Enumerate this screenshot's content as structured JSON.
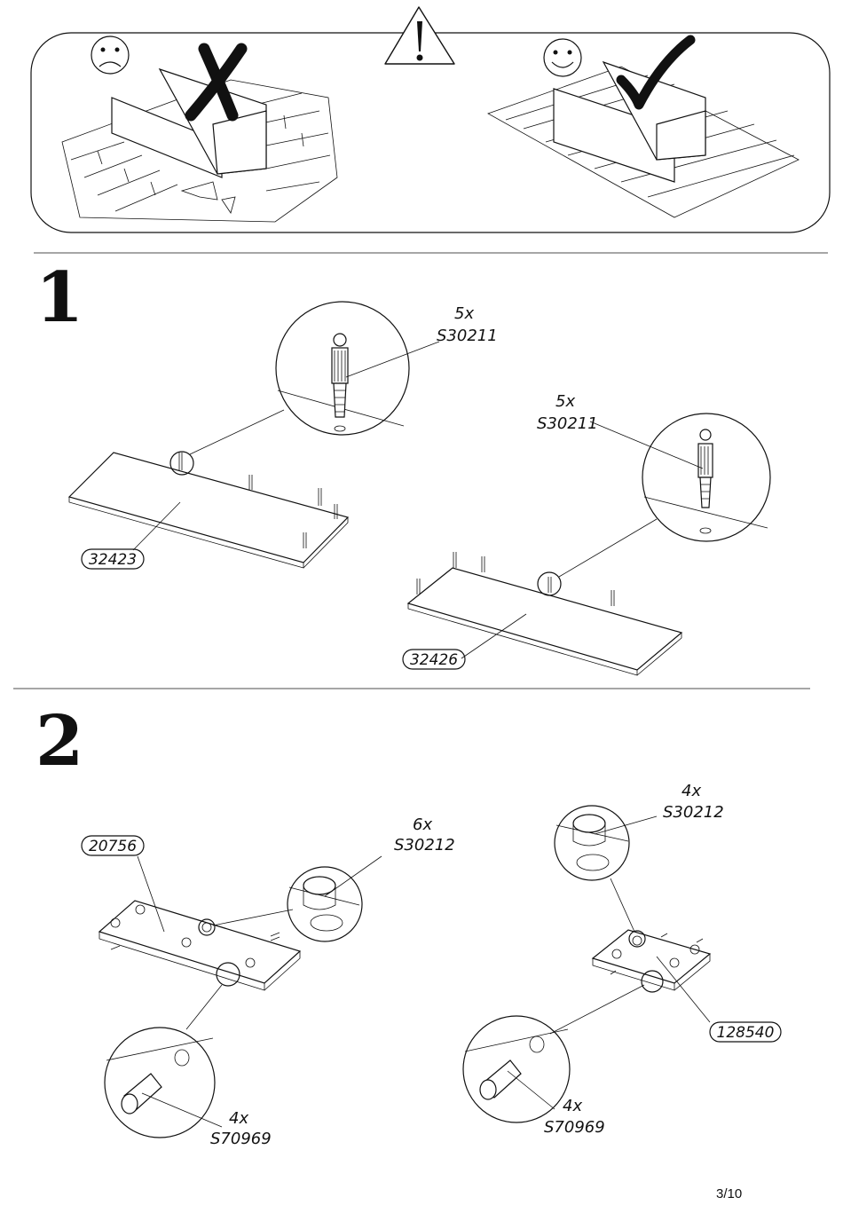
{
  "warning": {
    "bad_icon": "sad-face-icon",
    "good_icon": "happy-face-icon",
    "warning_icon": "exclamation-triangle-icon",
    "mark_bad": "cross-mark-icon",
    "mark_good": "check-mark-icon"
  },
  "step1": {
    "number": "1",
    "callout_left": {
      "qty": "5x",
      "part": "S30211"
    },
    "callout_right": {
      "qty": "5x",
      "part": "S30211"
    },
    "board_left": "32423",
    "board_right": "32426"
  },
  "step2": {
    "number": "2",
    "callout_cam_left": {
      "qty": "6x",
      "part": "S30212"
    },
    "callout_cam_right": {
      "qty": "4x",
      "part": "S30212"
    },
    "callout_dowel_left": {
      "qty": "4x",
      "part": "S70969"
    },
    "callout_dowel_right": {
      "qty": "4x",
      "part": "S70969"
    },
    "board_left": "20756",
    "board_right": "128540"
  },
  "page_number": "3/10"
}
